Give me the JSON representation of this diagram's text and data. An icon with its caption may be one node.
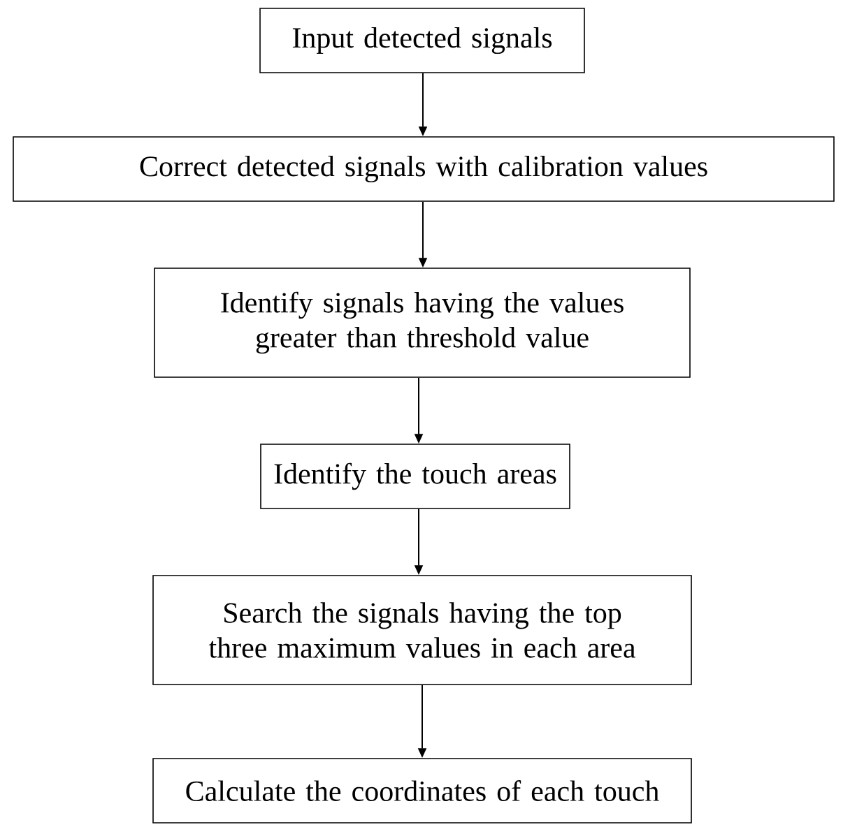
{
  "diagram": {
    "nodes": [
      {
        "text": [
          "Input detected signals"
        ]
      },
      {
        "text": [
          "Correct detected signals with calibration values"
        ]
      },
      {
        "text": [
          "Identify signals having the values greater than threshold value"
        ]
      },
      {
        "text": [
          "Identify the touch areas"
        ]
      },
      {
        "text": [
          "Search the signals having the top three maximum values in each area"
        ]
      },
      {
        "text": [
          "Calculate the coordinates of each touch"
        ]
      }
    ],
    "edges": [
      {
        "from": 0,
        "to": 1,
        "arrow": "to"
      },
      {
        "from": 1,
        "to": 2,
        "arrow": "to"
      },
      {
        "from": 2,
        "to": 3,
        "arrow": "to"
      },
      {
        "from": 3,
        "to": 4,
        "arrow": "to"
      },
      {
        "from": 4,
        "to": 5,
        "arrow": "to"
      }
    ]
  }
}
